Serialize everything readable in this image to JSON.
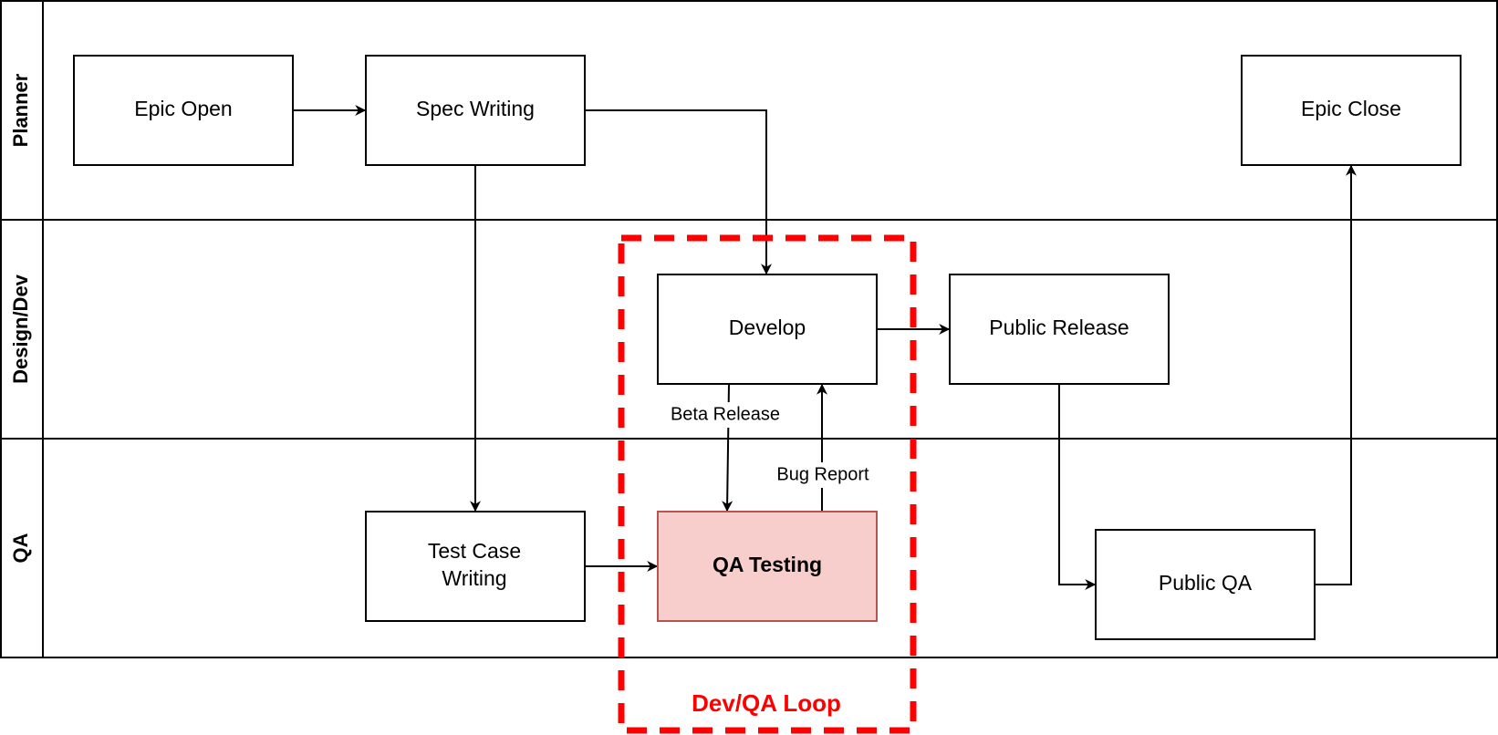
{
  "colors": {
    "line": "#000000",
    "loop": "#ff0000",
    "highlight_fill": "#f8cecc",
    "highlight_stroke": "#b85450"
  },
  "lanes": [
    {
      "id": "planner",
      "label": "Planner"
    },
    {
      "id": "design-dev",
      "label": "Design/Dev"
    },
    {
      "id": "qa",
      "label": "QA"
    }
  ],
  "nodes": {
    "epic_open": {
      "label": "Epic Open"
    },
    "spec_writing": {
      "label": "Spec Writing"
    },
    "epic_close": {
      "label": "Epic Close"
    },
    "develop": {
      "label": "Develop"
    },
    "public_release": {
      "label": "Public Release"
    },
    "test_case_writing": {
      "label_line1": "Test Case",
      "label_line2": "Writing"
    },
    "qa_testing": {
      "label": "QA Testing"
    },
    "public_qa": {
      "label": "Public QA"
    }
  },
  "edge_labels": {
    "beta_release": "Beta Release",
    "bug_report": "Bug Report"
  },
  "loop": {
    "label": "Dev/QA Loop"
  }
}
